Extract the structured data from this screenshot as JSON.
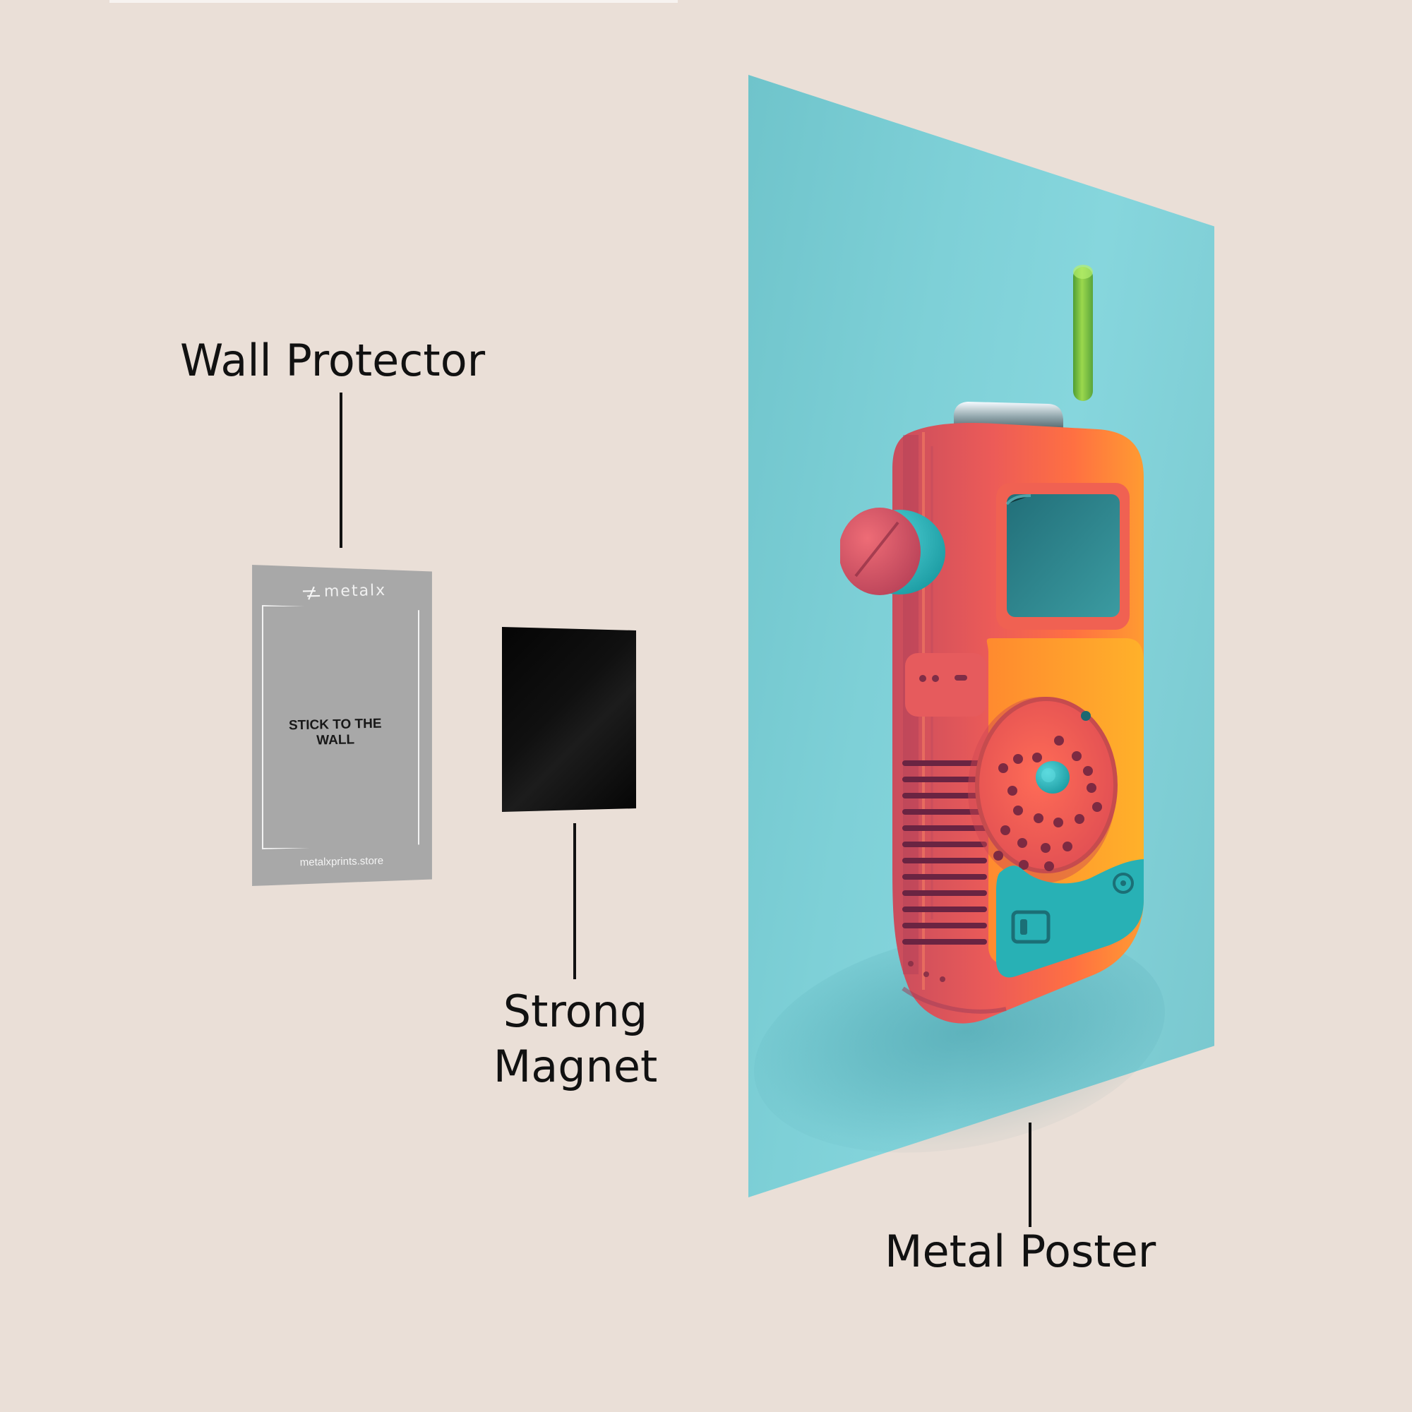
{
  "labels": {
    "wall_protector": "Wall Protector",
    "strong_magnet": "Strong Magnet",
    "metal_poster": "Metal Poster"
  },
  "protector_card": {
    "brand": "metalx",
    "instruction": "STICK TO THE WALL",
    "website": "metalxprints.store"
  },
  "colors": {
    "background": "#eadfd7",
    "text": "#111111",
    "protector": "#a8a8a8",
    "magnet": "#050505",
    "poster": "#7ed0d7",
    "radio_red": "#ea5a58",
    "radio_orange": "#ff8f2c",
    "radio_teal": "#29aeb3",
    "antenna_green": "#8fcd46"
  },
  "icons": {
    "brand_mark": "metalx-logo-icon"
  }
}
